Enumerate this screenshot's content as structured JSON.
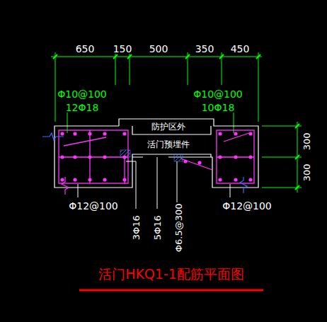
{
  "diagram": {
    "caption": "活门HKQ1-1配筋平面图",
    "labels": [
      "650",
      "150",
      "500",
      "350",
      "450",
      "Φ10@100",
      "12Φ18",
      "Φ10@100",
      "10Φ18",
      "防护区外",
      "活门预埋件",
      "300",
      "300",
      "Φ12@100",
      "Φ12@100",
      "3Φ16",
      "5Φ16",
      "Φ6.5@300"
    ]
  }
}
